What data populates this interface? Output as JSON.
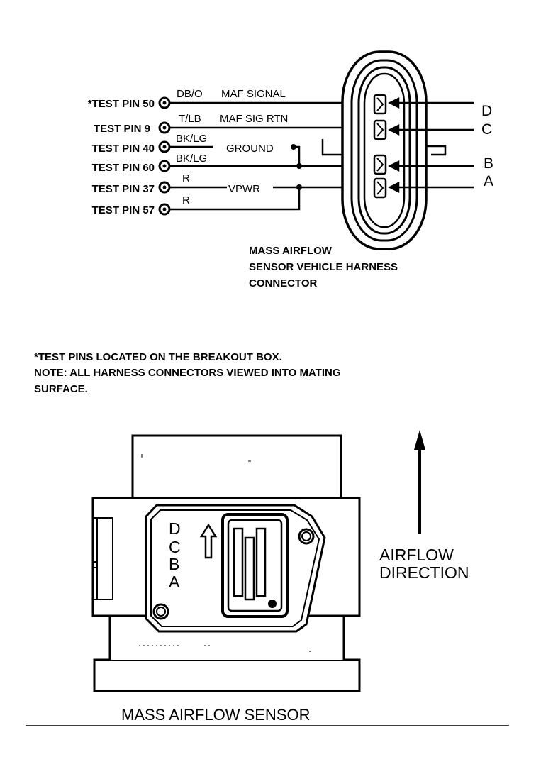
{
  "harness": {
    "pins": [
      {
        "label": "*TEST PIN 50"
      },
      {
        "label": "TEST PIN 9"
      },
      {
        "label": "TEST PIN 40"
      },
      {
        "label": "TEST PIN 60"
      },
      {
        "label": "TEST PIN 37"
      },
      {
        "label": "TEST PIN 57"
      }
    ],
    "wires": [
      {
        "color": "DB/O",
        "function": "MAF SIGNAL"
      },
      {
        "color": "T/LB",
        "function": "MAF SIG RTN"
      },
      {
        "color": "BK/LG",
        "function": "GROUND"
      },
      {
        "color": "BK/LG"
      },
      {
        "color": "R",
        "function": "VPWR"
      },
      {
        "color": "R"
      }
    ],
    "letters": [
      "D",
      "C",
      "B",
      "A"
    ],
    "caption": [
      "MASS AIRFLOW",
      "SENSOR VEHICLE HARNESS",
      "CONNECTOR"
    ]
  },
  "notes": [
    "*TEST PINS LOCATED ON THE BREAKOUT BOX.",
    "NOTE: ALL HARNESS CONNECTORS VIEWED INTO MATING",
    "SURFACE."
  ],
  "sensor": {
    "letters": [
      "D",
      "C",
      "B",
      "A"
    ],
    "airflow": [
      "AIRFLOW",
      "DIRECTION"
    ],
    "caption": "MASS AIRFLOW SENSOR"
  }
}
